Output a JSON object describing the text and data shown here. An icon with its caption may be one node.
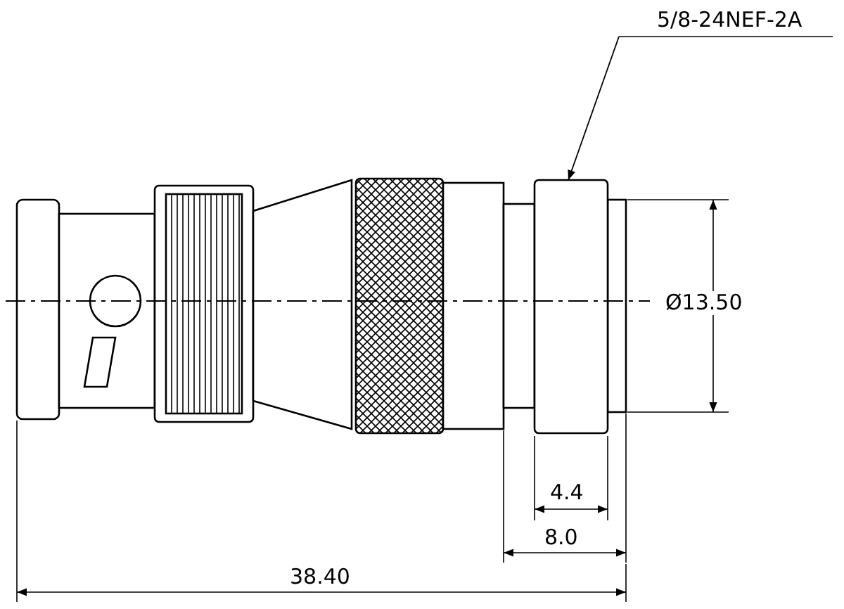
{
  "diagram": {
    "nodes": [
      {
        "text": [
          "5/8-24NEF-2A"
        ]
      },
      {
        "text": [],
        "shape": "box"
      }
    ],
    "edges": [
      {
        "from": 0,
        "to": 1,
        "arrow": "to"
      }
    ],
    "labels": [
      "Ø13.50",
      "4.4",
      "8.0",
      "38.40"
    ]
  }
}
